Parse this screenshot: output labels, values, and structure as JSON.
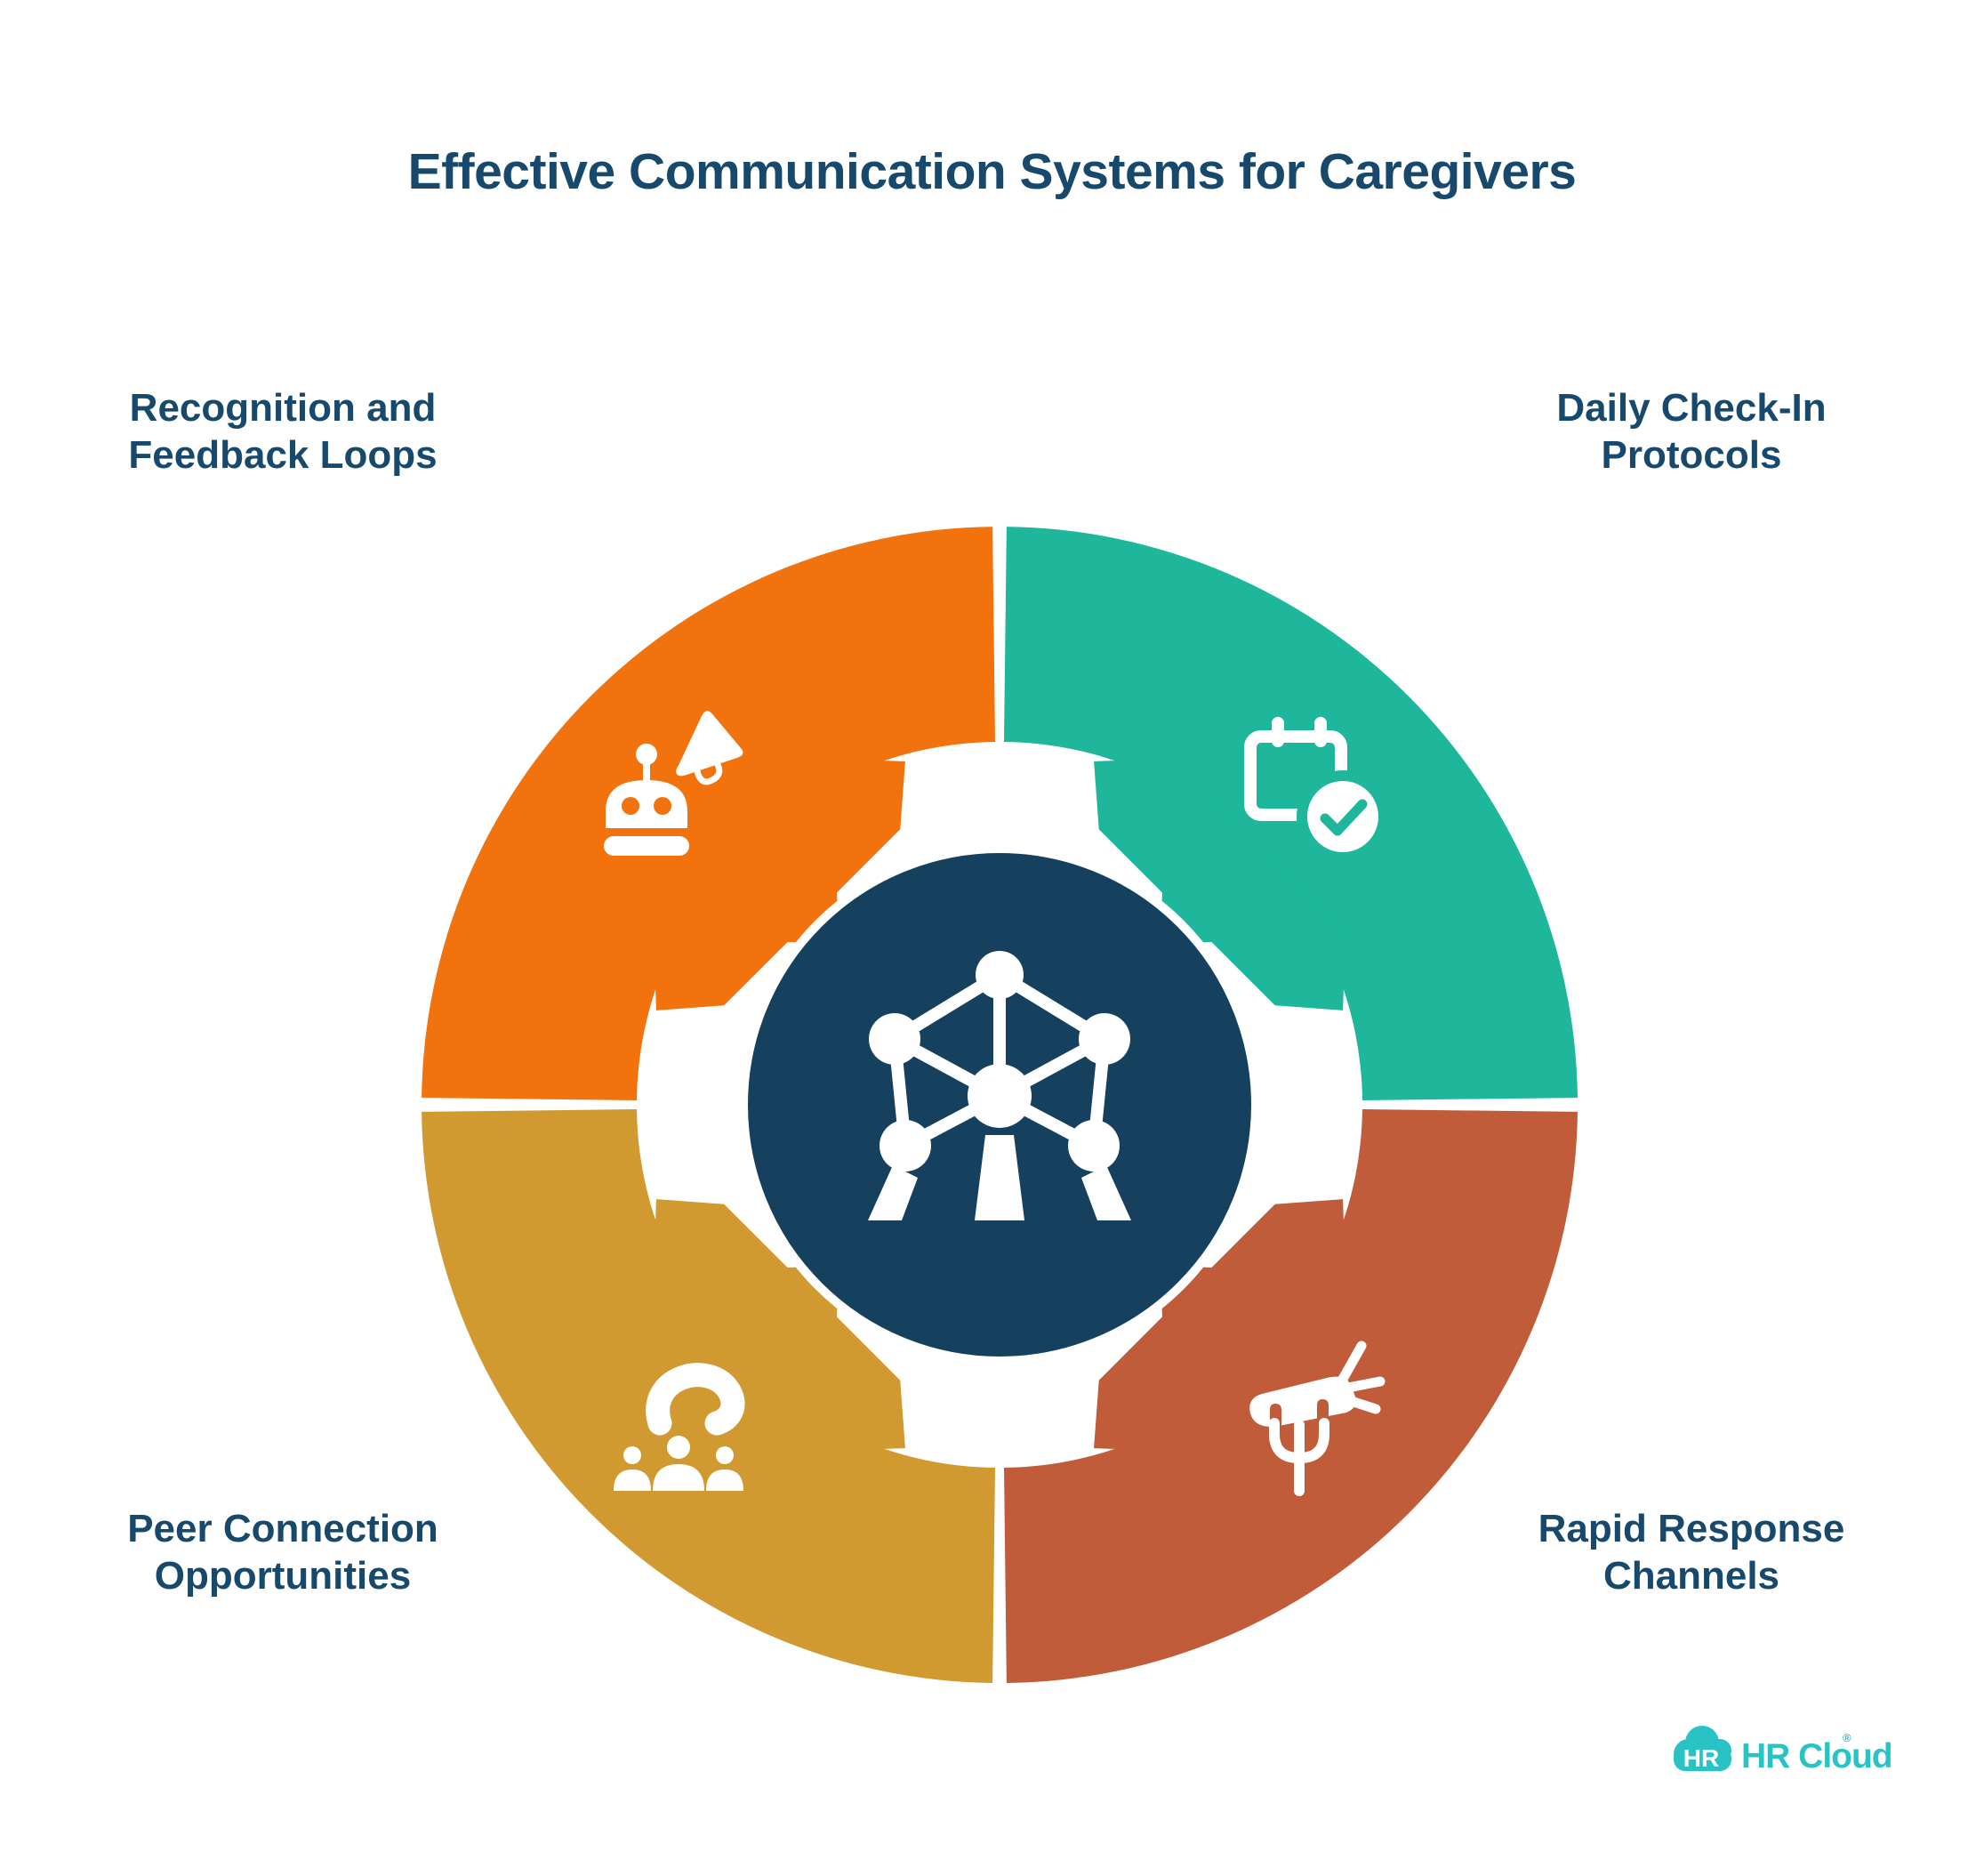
{
  "title": "Effective Communication Systems for Caregivers",
  "colors": {
    "background": "#FFFFFF",
    "text": "#17496D",
    "center_circle": "#15405E",
    "icon_white": "#FFFFFF"
  },
  "segments": [
    {
      "id": "recognition-feedback",
      "position": "top-left",
      "label_line1": "Recognition and",
      "label_line2": "Feedback Loops",
      "color": "#F2720D",
      "icon": "robot-megaphone-icon"
    },
    {
      "id": "daily-checkin",
      "position": "top-right",
      "label_line1": "Daily Check-In",
      "label_line2": "Protocols",
      "color": "#1EB79B",
      "icon": "calendar-check-icon"
    },
    {
      "id": "peer-connection",
      "position": "bottom-left",
      "label_line1": "Peer Connection",
      "label_line2": "Opportunities",
      "color": "#D09A30",
      "icon": "people-hand-icon"
    },
    {
      "id": "rapid-response",
      "position": "bottom-right",
      "label_line1": "Rapid Response",
      "label_line2": "Channels",
      "color": "#C05C39",
      "icon": "carrot-fork-icon"
    }
  ],
  "center": {
    "icon": "atomium-icon",
    "color": "#15405E"
  },
  "footer": {
    "logo_badge": "HR",
    "logo_text": "HR Cloud",
    "registered_mark": "®",
    "brand_color": "#29C3C6"
  }
}
